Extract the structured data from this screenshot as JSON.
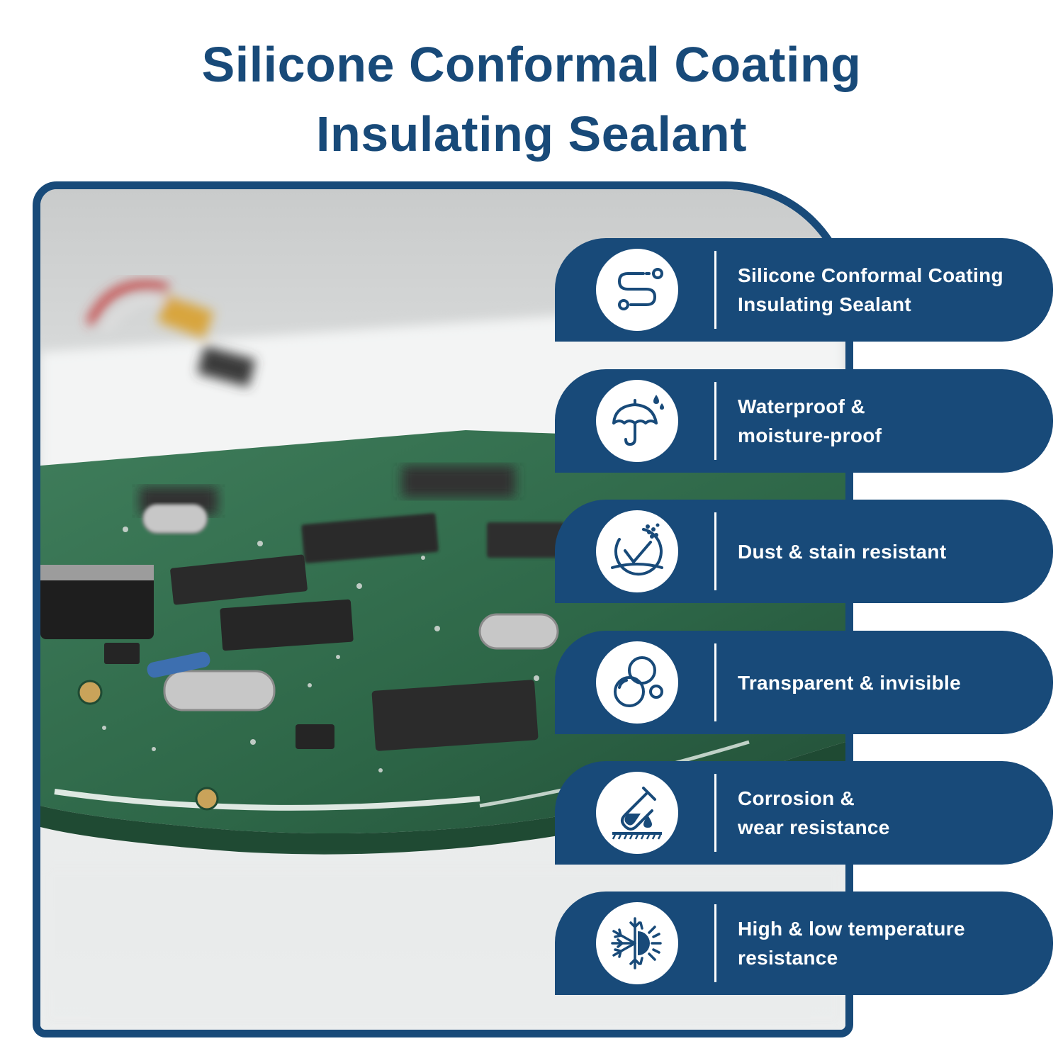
{
  "title": {
    "line1": "Silicone Conformal Coating",
    "line2": "Insulating Sealant"
  },
  "colors": {
    "brand_blue": "#184a79",
    "white": "#ffffff",
    "pcb_green": "#2f6b4b"
  },
  "features": [
    {
      "icon": "path-route-icon",
      "line1": "Silicone Conformal Coating",
      "line2": "Insulating Sealant"
    },
    {
      "icon": "umbrella-rain-icon",
      "line1": "Waterproof &",
      "line2": "moisture-proof"
    },
    {
      "icon": "dust-shield-check-icon",
      "line1": "Dust & stain resistant",
      "line2": ""
    },
    {
      "icon": "bubbles-icon",
      "line1": "Transparent & invisible",
      "line2": ""
    },
    {
      "icon": "test-tube-drop-icon",
      "line1": "Corrosion &",
      "line2": "wear resistance"
    },
    {
      "icon": "snowflake-sun-icon",
      "line1": "High & low temperature",
      "line2": "resistance"
    }
  ]
}
